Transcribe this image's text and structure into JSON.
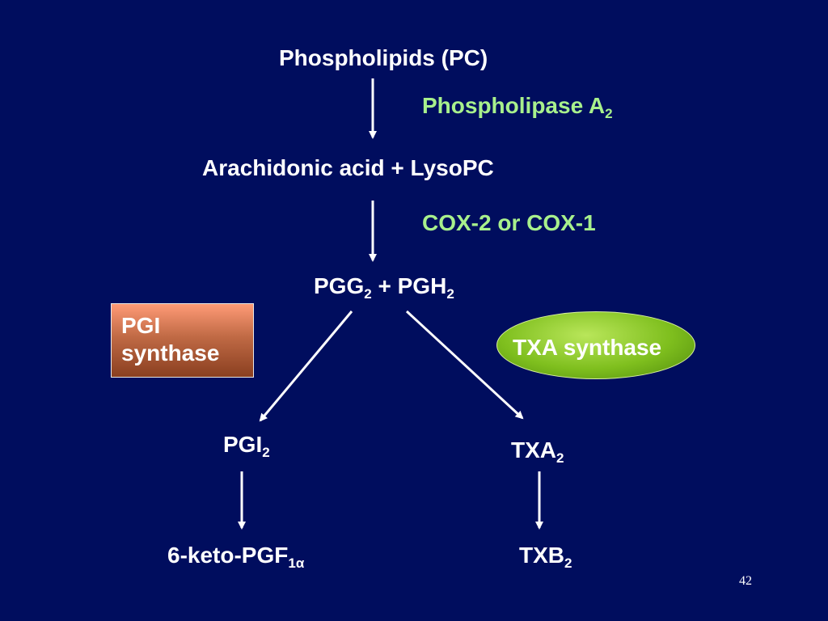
{
  "nodes": {
    "phospholipids": {
      "text": "Phospholipids (PC)"
    },
    "arachidonic": {
      "text": "Arachidonic acid + LysoPC"
    },
    "pgg_pgh": {
      "pgg_base": "PGG",
      "pgg_sub": "2",
      "plus": " + ",
      "pgh_base": "PGH",
      "pgh_sub": "2"
    },
    "pgi2": {
      "base": "PGI",
      "sub": "2"
    },
    "txa2": {
      "base": "TXA",
      "sub": "2"
    },
    "keto": {
      "base": "6-keto-PGF",
      "sub": "1α"
    },
    "txb2": {
      "base": "TXB",
      "sub": "2"
    }
  },
  "enzymes": {
    "phospholipase": {
      "base": "Phospholipase A",
      "sub": "2"
    },
    "cox": {
      "text": "COX-2 or COX-1"
    },
    "pgi_synthase": {
      "line1": "PGI",
      "line2": "synthase"
    },
    "txa_synthase": {
      "text": "TXA synthase"
    }
  },
  "slide_number": "42",
  "colors": {
    "background": "#000d5e",
    "metabolite_text": "#ffffff",
    "enzyme_text": "#a8f08c",
    "pgi_box": "#c06a45",
    "txa_ellipse": "#7fbf1e"
  }
}
